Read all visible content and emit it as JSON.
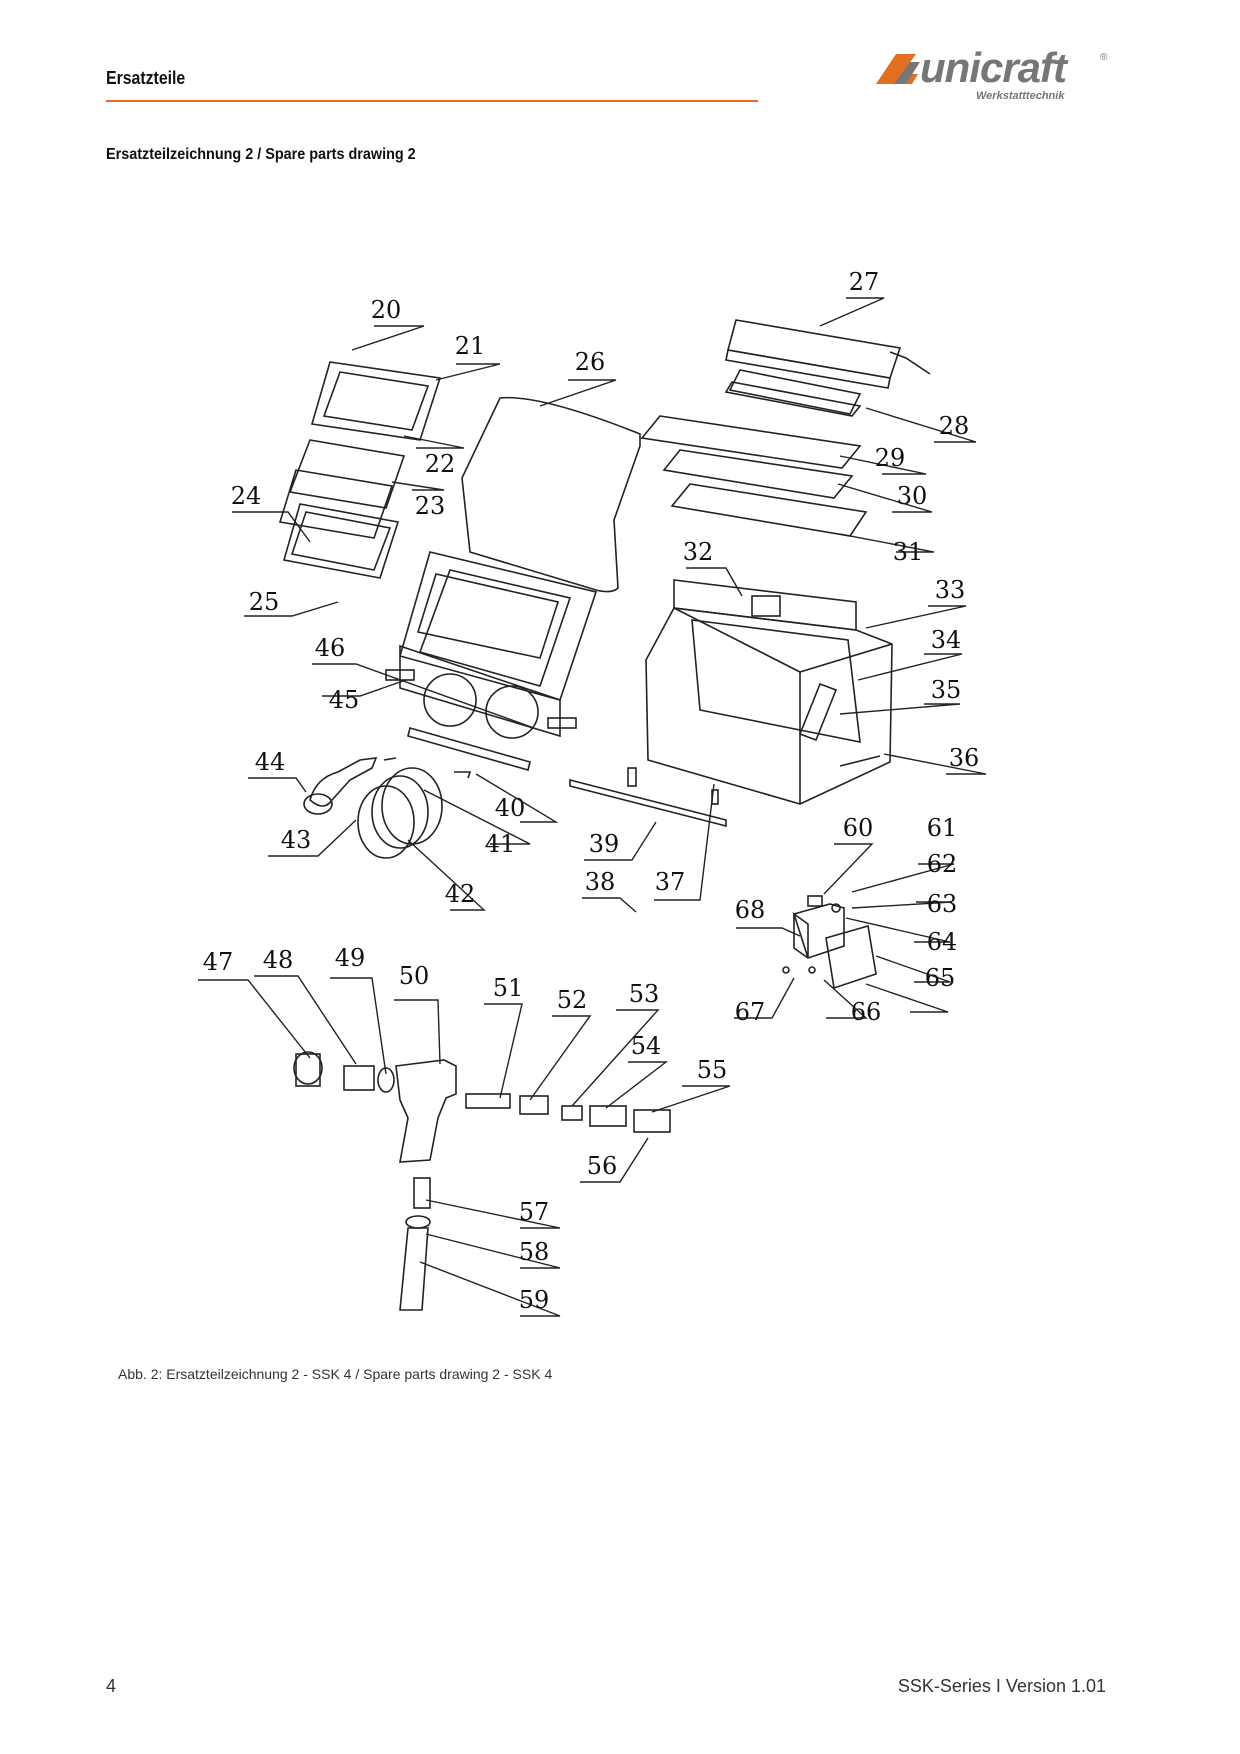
{
  "header": {
    "title": "Ersatzteile",
    "logo_text": "unicraft",
    "logo_subtitle": "Werkstatttechnik",
    "logo_mark": "®",
    "accent_color": "#e07020"
  },
  "section_title": "Ersatzteilzeichnung 2 / Spare parts drawing 2",
  "drawing": {
    "part_numbers": [
      "20",
      "21",
      "22",
      "23",
      "24",
      "25",
      "26",
      "27",
      "28",
      "29",
      "30",
      "31",
      "32",
      "33",
      "34",
      "35",
      "36",
      "37",
      "38",
      "39",
      "40",
      "41",
      "42",
      "43",
      "44",
      "45",
      "46",
      "47",
      "48",
      "49",
      "50",
      "51",
      "52",
      "53",
      "54",
      "55",
      "56",
      "57",
      "58",
      "59",
      "60",
      "61",
      "62",
      "63",
      "64",
      "65",
      "66",
      "67",
      "68"
    ]
  },
  "caption": "Abb. 2: Ersatzteilzeichnung 2 - SSK 4 / Spare parts drawing 2 - SSK 4",
  "footer": {
    "page_number": "4",
    "document": "SSK-Series I Version 1.01"
  }
}
